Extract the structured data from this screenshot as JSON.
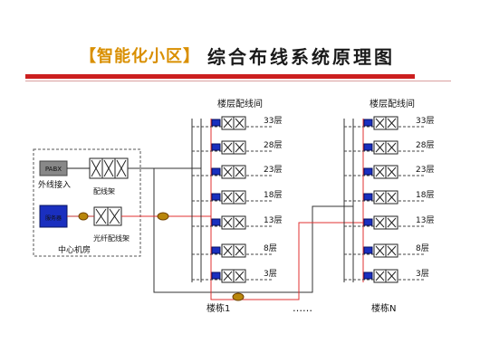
{
  "title": {
    "bracket_text": "【智能化小区】",
    "main_text": "综合布线系统原理图"
  },
  "center_room": {
    "label": "中心机房",
    "pabx_label": "PABX",
    "outer_line_label": "外线接入",
    "patch_frame_label": "配线架",
    "fiber_frame_label": "光纤配线架",
    "server_label": "服务器"
  },
  "buildings": [
    {
      "header": "楼层配线间",
      "name": "楼栋1",
      "floors": [
        "33层",
        "28层",
        "23层",
        "18层",
        "13层",
        "8层",
        "3层"
      ]
    },
    {
      "header": "楼层配线间",
      "name": "楼栋N",
      "floors": [
        "33层",
        "28层",
        "23层",
        "18层",
        "13层",
        "8层",
        "3层"
      ]
    }
  ],
  "ellipsis": "……",
  "colors": {
    "copper_line": "#333333",
    "fiber_line": "#e03030",
    "switch_blue": "#1a2fbf",
    "title_bracket": "#d98f00",
    "rule_red": "#cc1f1f"
  }
}
